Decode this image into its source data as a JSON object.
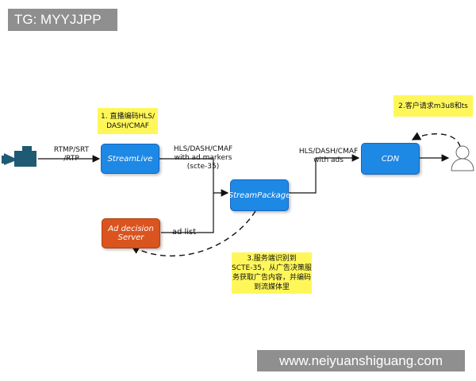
{
  "tag": "TG: MYYJJPP",
  "watermark": "www.neiyuanshiguang.com",
  "nodes": {
    "streamlive": "StreamLive",
    "streampackage": "StreamPackage",
    "cdn": "CDN",
    "ad_decision": "Ad decision\nServer"
  },
  "labels": {
    "rtmp": "RTMP/SRT\n/RTP",
    "hls_markers": "HLS/DASH/CMAF\nwith ad markers\n(scte-35)",
    "hls_ads": "HLS/DASH/CMAF\nwith ads",
    "ad_list": "ad list"
  },
  "notes": {
    "note1": "1. 直播编码HLS/\nDASH/CMAF",
    "note2": "2.客户请求m3u8和ts",
    "note3": "3.服务端识别到\nSCTE-35，从广告决策服\n务获取广告内容，并编码\n到流媒体里"
  },
  "colors": {
    "node_blue": "#1e88e5",
    "node_orange": "#d9541e",
    "note_yellow": "#fff75a",
    "camera": "#1e5a74"
  }
}
